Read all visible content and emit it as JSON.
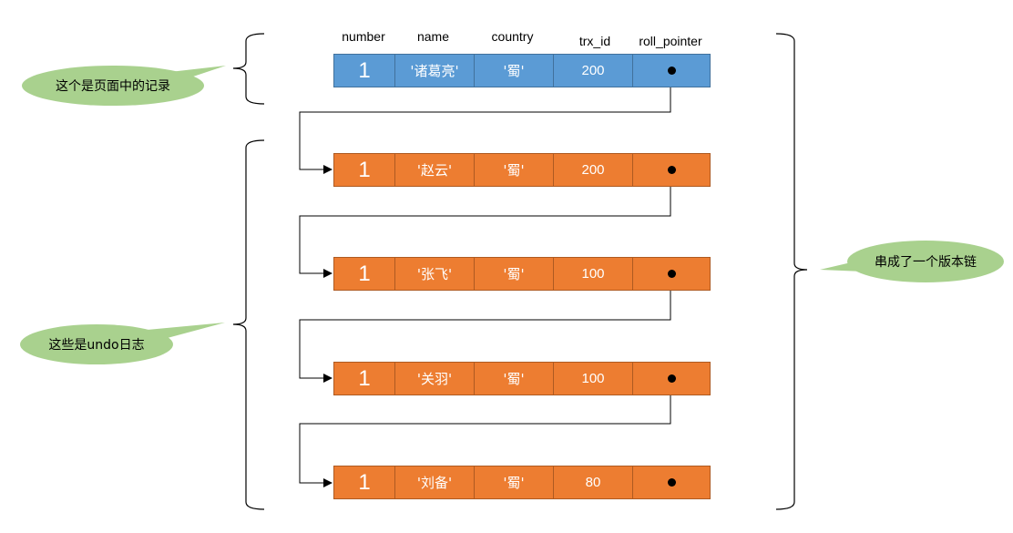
{
  "headers": {
    "number": "number",
    "name": "name",
    "country": "country",
    "trx_id": "trx_id",
    "roll_pointer": "roll_pointer"
  },
  "records": [
    {
      "number": "1",
      "name": "'诸葛亮'",
      "country": "'蜀'",
      "trx_id": "200",
      "kind": "page-record",
      "color": "#5b9bd5"
    },
    {
      "number": "1",
      "name": "'赵云'",
      "country": "'蜀'",
      "trx_id": "200",
      "kind": "undo-log",
      "color": "#ed7d31"
    },
    {
      "number": "1",
      "name": "'张飞'",
      "country": "'蜀'",
      "trx_id": "100",
      "kind": "undo-log",
      "color": "#ed7d31"
    },
    {
      "number": "1",
      "name": "'关羽'",
      "country": "'蜀'",
      "trx_id": "100",
      "kind": "undo-log",
      "color": "#ed7d31"
    },
    {
      "number": "1",
      "name": "'刘备'",
      "country": "'蜀'",
      "trx_id": "80",
      "kind": "undo-log",
      "color": "#ed7d31"
    }
  ],
  "callouts": {
    "page_record": "这个是页面中的记录",
    "undo_logs": "这些是undo日志",
    "version_chain": "串成了一个版本链"
  },
  "colors": {
    "page_record": "#5b9bd5",
    "undo_log": "#ed7d31",
    "callout": "#a9d18e"
  }
}
